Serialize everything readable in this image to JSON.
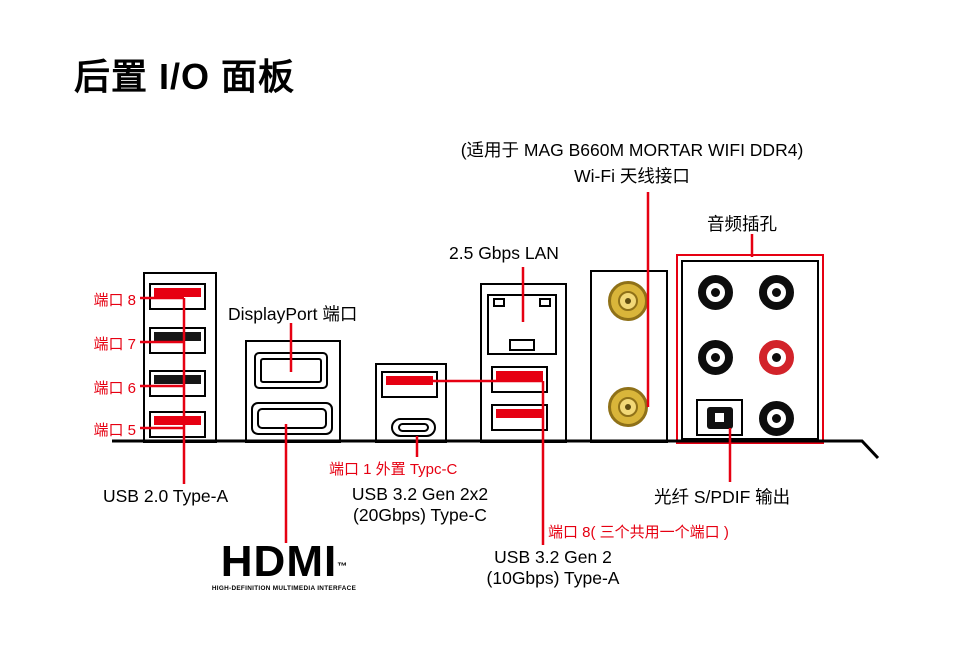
{
  "title": "后置 I/O 面板",
  "colors": {
    "annotation_red": "#e60012",
    "antenna_gold": "#d9b53a",
    "antenna_gold_dark": "#8f7118",
    "antenna_gold_light": "#f2d877",
    "jack_red": "#d2232a"
  },
  "callouts": {
    "wifi_note": "(适用于 MAG B660M MORTAR WIFI DDR4)",
    "wifi_antenna": "Wi-Fi 天线接口",
    "audio_jacks": "音频插孔",
    "lan": "2.5 Gbps LAN",
    "displayport": "DisplayPort 端口",
    "usb2_typea": "USB 2.0 Type-A",
    "usb32_2x2_l1": "USB 3.2 Gen 2x2",
    "usb32_2x2_l2": "(20Gbps) Type-C",
    "usb32_gen2_l1": "USB 3.2 Gen 2",
    "usb32_gen2_l2": "(10Gbps) Type-A",
    "spdif": "光纤 S/PDIF 输出",
    "port8": "端口 8",
    "port7": "端口 7",
    "port6": "端口 6",
    "port5": "端口 5",
    "port1_typec": "端口 1 外置 Typc-C",
    "port8_shared": "端口 8( 三个共用一个端口 )"
  },
  "hdmi_logo": {
    "text": "HDMI",
    "tm": "™",
    "subtitle": "HIGH-DEFINITION MULTIMEDIA INTERFACE"
  }
}
